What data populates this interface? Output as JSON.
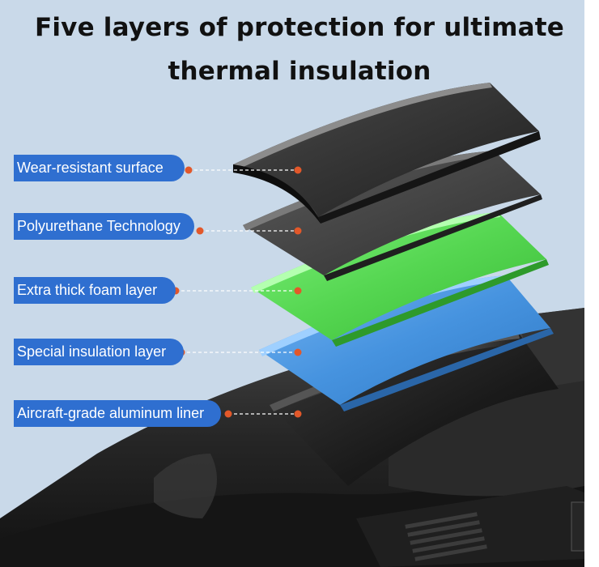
{
  "title": {
    "line1": "Five layers of protection for ultimate",
    "line2": "thermal insulation"
  },
  "layers": [
    {
      "label": "Wear-resistant surface"
    },
    {
      "label": "Polyurethane Technology"
    },
    {
      "label": "Extra thick foam layer"
    },
    {
      "label": "Special insulation layer"
    },
    {
      "label": "Aircraft-grade aluminum liner"
    }
  ],
  "colors": {
    "background": "#c9d9e9",
    "label_fill": "#2f6fd0",
    "label_text": "#ffffff",
    "marker_dot": "#e2582a",
    "wear_layer": "#2b2b2b",
    "polyurethane_layer": "#3a3a3a",
    "foam_layer": "#4fd64b",
    "insulation_layer": "#3f8fe0",
    "aluminum_liner": "#1c1c1c"
  }
}
